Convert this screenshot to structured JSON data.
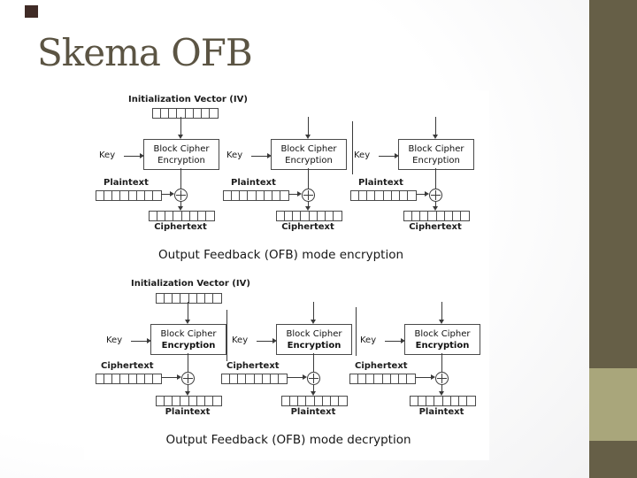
{
  "slide": {
    "title": "Skema OFB"
  },
  "theme": {
    "title_color": "#5b5443",
    "sidebar_dark": "#665f47",
    "sidebar_light": "#a9a67b",
    "accent_square": "#402b26",
    "diagram_ink": "#3a3a3a"
  },
  "register": {
    "cells_per_block": 8
  },
  "diagrams": [
    {
      "name": "OFB mode encryption",
      "iv_label": "Initialization Vector (IV)",
      "key_label": "Key",
      "box_line1": "Block Cipher",
      "box_line2": "Encryption",
      "input_label": "Plaintext",
      "output_label": "Ciphertext",
      "caption": "Output Feedback (OFB) mode encryption"
    },
    {
      "name": "OFB mode decryption",
      "iv_label": "Initialization Vector (IV)",
      "key_label": "Key",
      "box_line1": "Block Cipher",
      "box_line2": "Encryption",
      "input_label": "Ciphertext",
      "output_label": "Plaintext",
      "caption": "Output Feedback (OFB) mode decryption"
    }
  ]
}
